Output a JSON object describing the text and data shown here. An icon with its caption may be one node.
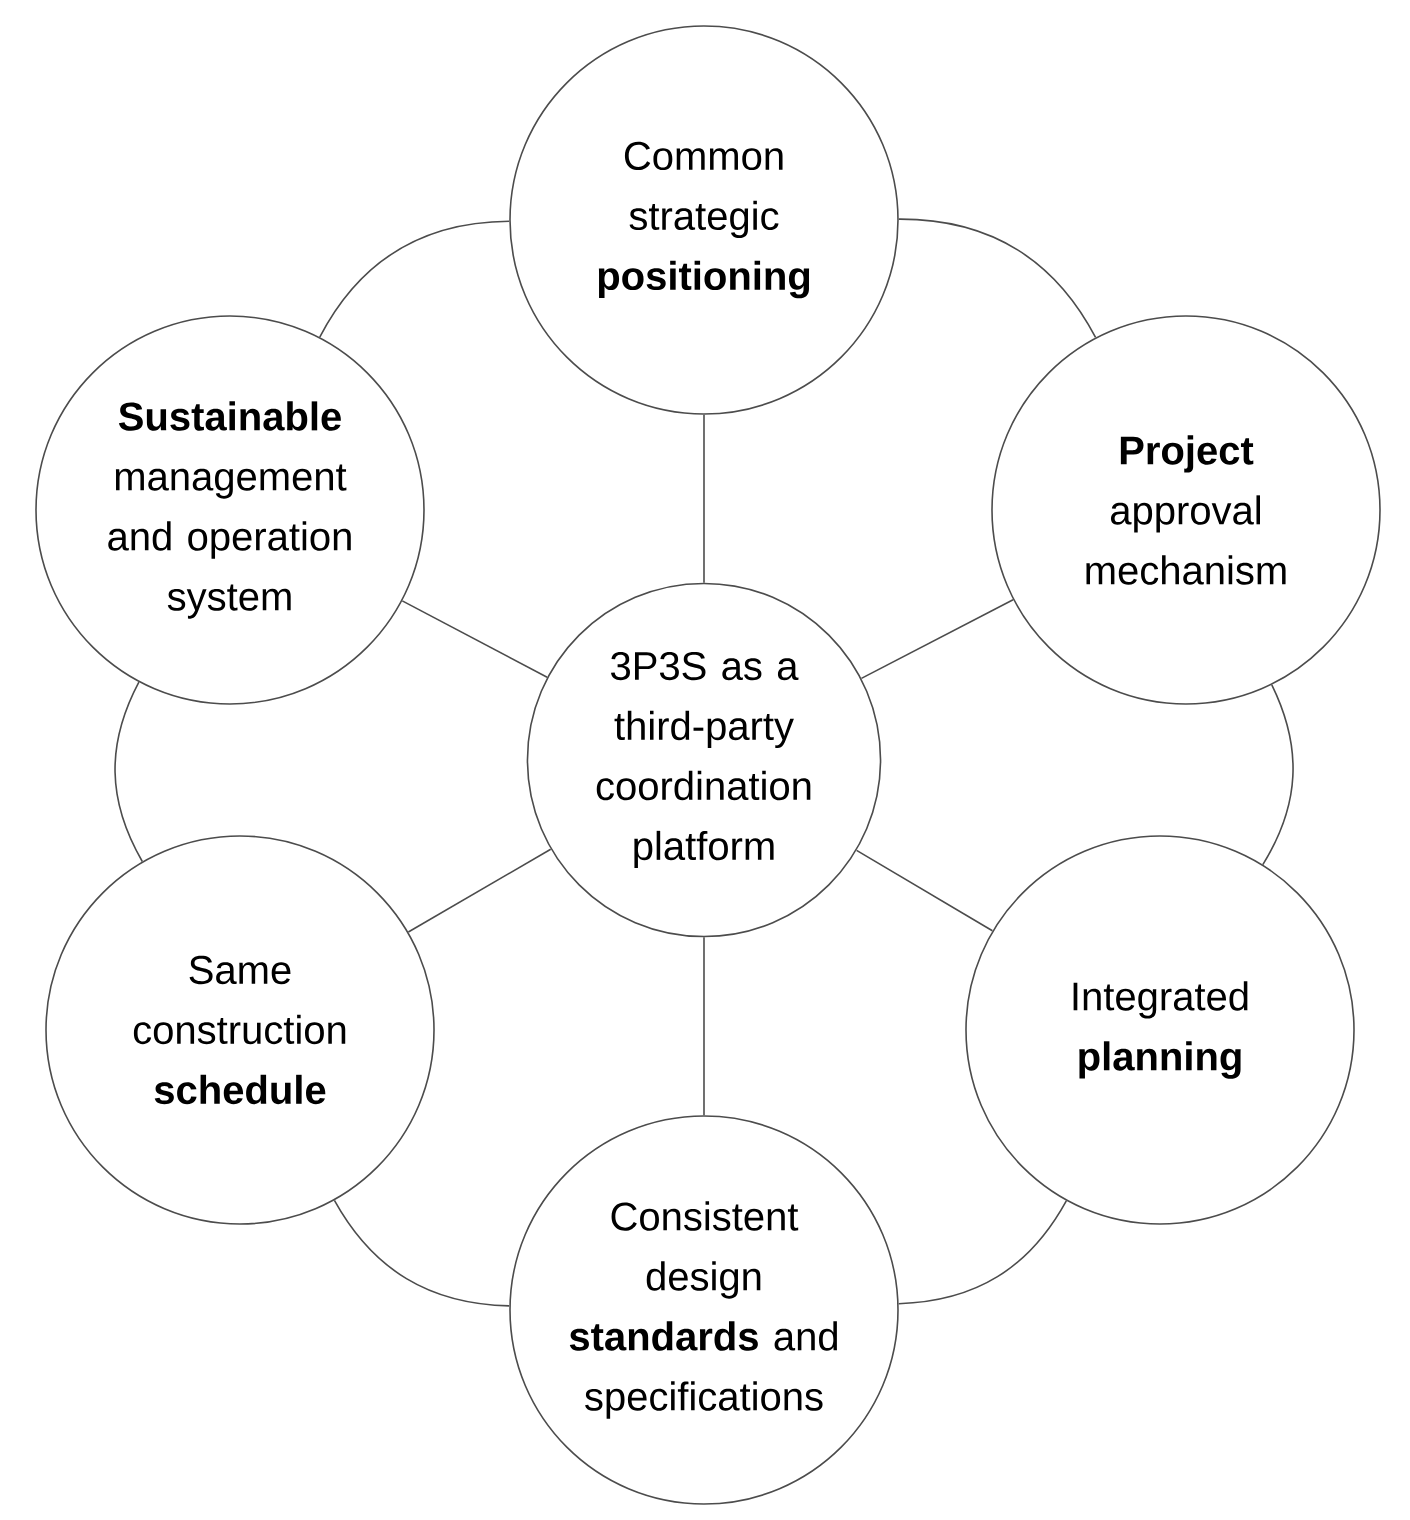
{
  "diagram": {
    "nodes": [
      {
        "text": [
          "3P3S as a third-party coordination platform"
        ]
      },
      {
        "text": [
          "Common strategic **positioning**"
        ]
      },
      {
        "text": [
          "**Project** approval mechanism"
        ]
      },
      {
        "text": [
          "Integrated **planning**"
        ]
      },
      {
        "text": [
          "Consistent design **standards** and specifications"
        ]
      },
      {
        "text": [
          "Same construction **schedule**"
        ]
      },
      {
        "text": [
          "**Sustainable** management and operation system"
        ]
      }
    ],
    "edges": [
      {
        "from": 0,
        "to": 1,
        "arrow": "none"
      },
      {
        "from": 0,
        "to": 2,
        "arrow": "none"
      },
      {
        "from": 0,
        "to": 3,
        "arrow": "none"
      },
      {
        "from": 0,
        "to": 4,
        "arrow": "none"
      },
      {
        "from": 0,
        "to": 5,
        "arrow": "none"
      },
      {
        "from": 0,
        "to": 6,
        "arrow": "none"
      },
      {
        "from": 1,
        "to": 2,
        "arrow": "none"
      },
      {
        "from": 2,
        "to": 3,
        "arrow": "none"
      },
      {
        "from": 3,
        "to": 4,
        "arrow": "none"
      },
      {
        "from": 4,
        "to": 5,
        "arrow": "none"
      },
      {
        "from": 5,
        "to": 6,
        "arrow": "none"
      },
      {
        "from": 6,
        "to": 1,
        "arrow": "none"
      }
    ]
  }
}
